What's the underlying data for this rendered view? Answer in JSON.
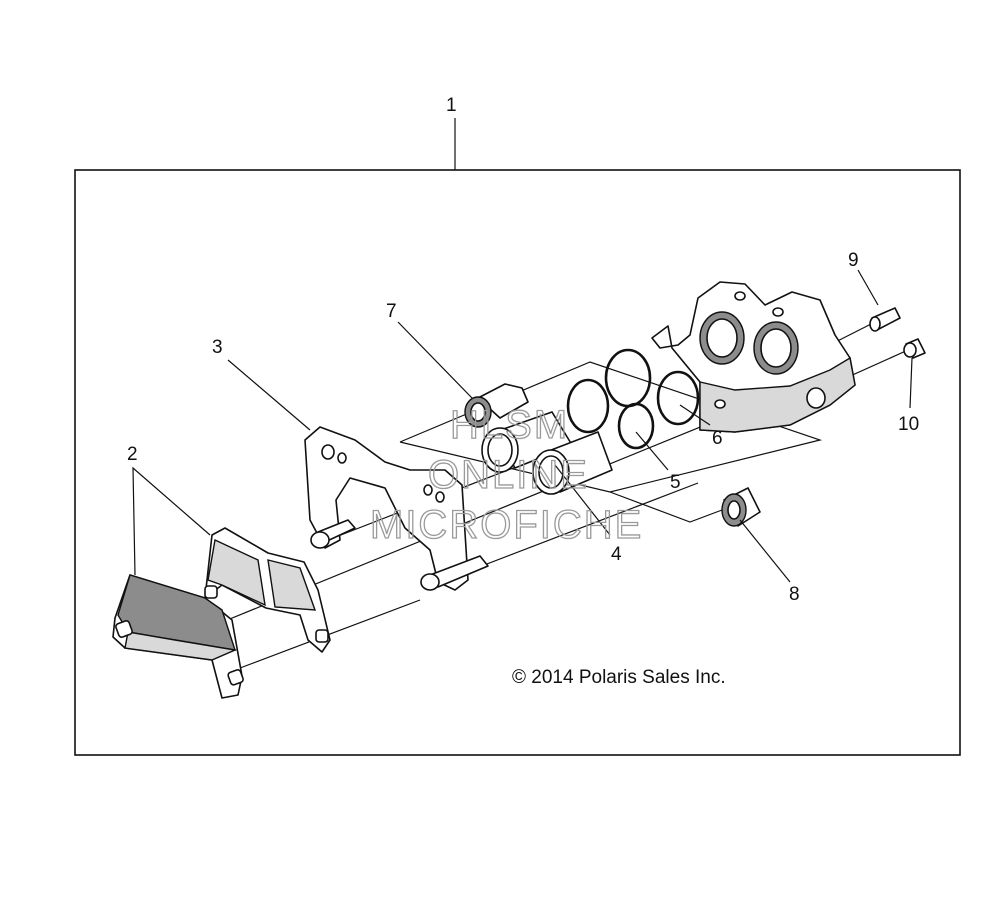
{
  "callouts": [
    "1",
    "2",
    "3",
    "4",
    "5",
    "6",
    "7",
    "8",
    "9",
    "10"
  ],
  "copyright": "© 2014 Polaris Sales Inc.",
  "watermark": [
    "HLSM",
    "ONLINE",
    "MICROFICHE"
  ]
}
